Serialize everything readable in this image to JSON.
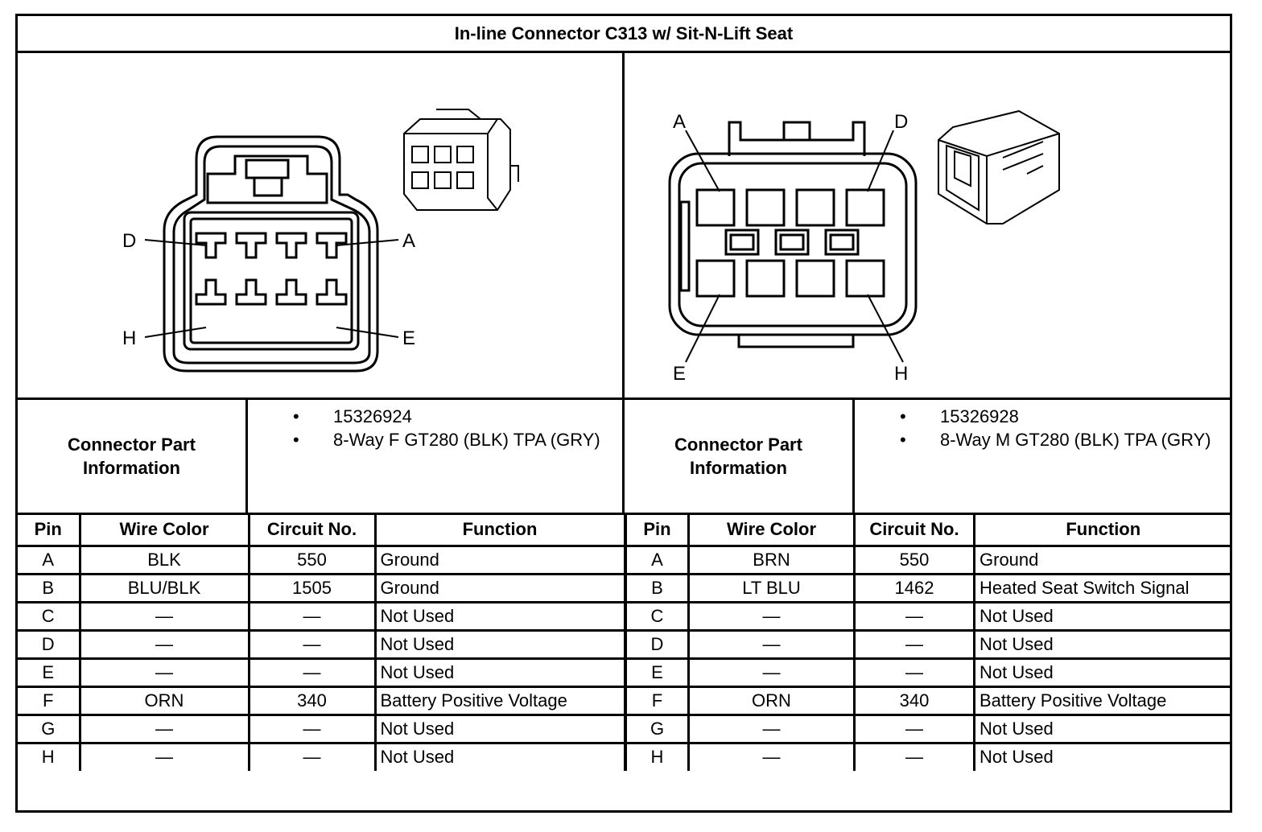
{
  "title": "In-line Connector C313 w/ Sit-N-Lift Seat",
  "left": {
    "pin_labels": {
      "a": "A",
      "d": "D",
      "e": "E",
      "h": "H"
    },
    "info_label": "Connector Part Information",
    "parts": [
      "15326924",
      "8-Way F GT280 (BLK) TPA (GRY)"
    ],
    "headers": [
      "Pin",
      "Wire Color",
      "Circuit No.",
      "Function"
    ],
    "rows": [
      [
        "A",
        "BLK",
        "550",
        "Ground"
      ],
      [
        "B",
        "BLU/BLK",
        "1505",
        "Ground"
      ],
      [
        "C",
        "—",
        "—",
        "Not Used"
      ],
      [
        "D",
        "—",
        "—",
        "Not Used"
      ],
      [
        "E",
        "—",
        "—",
        "Not Used"
      ],
      [
        "F",
        "ORN",
        "340",
        "Battery Positive Voltage"
      ],
      [
        "G",
        "—",
        "—",
        "Not Used"
      ],
      [
        "H",
        "—",
        "—",
        "Not Used"
      ]
    ]
  },
  "right": {
    "pin_labels": {
      "a": "A",
      "d": "D",
      "e": "E",
      "h": "H"
    },
    "info_label": "Connector Part Information",
    "parts": [
      "15326928",
      "8-Way M GT280 (BLK) TPA (GRY)"
    ],
    "headers": [
      "Pin",
      "Wire Color",
      "Circuit No.",
      "Function"
    ],
    "rows": [
      [
        "A",
        "BRN",
        "550",
        "Ground"
      ],
      [
        "B",
        "LT BLU",
        "1462",
        "Heated Seat Switch Signal"
      ],
      [
        "C",
        "—",
        "—",
        "Not Used"
      ],
      [
        "D",
        "—",
        "—",
        "Not Used"
      ],
      [
        "E",
        "—",
        "—",
        "Not Used"
      ],
      [
        "F",
        "ORN",
        "340",
        "Battery Positive Voltage"
      ],
      [
        "G",
        "—",
        "—",
        "Not Used"
      ],
      [
        "H",
        "—",
        "—",
        "Not Used"
      ]
    ]
  }
}
